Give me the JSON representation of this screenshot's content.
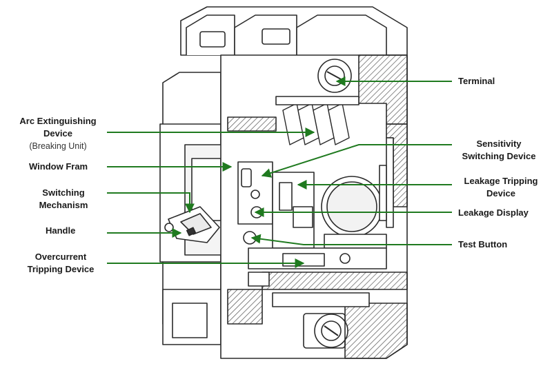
{
  "labels": {
    "terminal": "Terminal",
    "arc_line1": "Arc Extinguishing",
    "arc_line2": "Device",
    "arc_line3": "(Breaking Unit)",
    "window_frame": "Window Fram",
    "switching_line1": "Switching",
    "switching_line2": "Mechanism",
    "handle": "Handle",
    "overcurrent_line1": "Overcurrent",
    "overcurrent_line2": "Tripping Device",
    "sensitivity_line1": "Sensitivity",
    "sensitivity_line2": "Switching Device",
    "leakage_tripping_line1": "Leakage Tripping",
    "leakage_tripping_line2": "Device",
    "leakage_display": "Leakage Display",
    "test_button": "Test Button"
  },
  "colors": {
    "leader": "#1f7a1f",
    "outline": "#2a2a2a",
    "hatch": "#555555",
    "label": "#1a1a1a"
  }
}
